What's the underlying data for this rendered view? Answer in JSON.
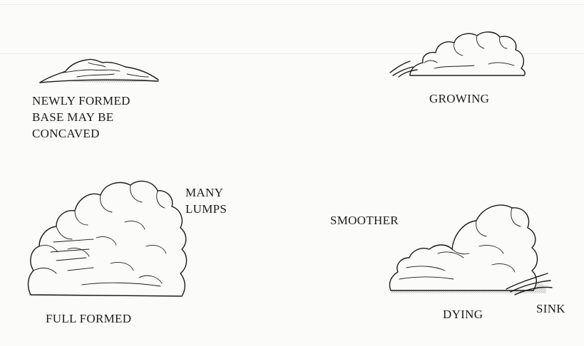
{
  "stages": [
    {
      "key": "newly",
      "label_lines": [
        "NEWLY FORMED",
        "BASE MAY BE",
        "CONCAVED"
      ]
    },
    {
      "key": "growing",
      "label_lines": [
        "GROWING"
      ]
    },
    {
      "key": "full",
      "label_lines": [
        "FULL FORMED"
      ]
    },
    {
      "key": "dying",
      "label_lines": [
        "DYING"
      ]
    }
  ],
  "annotations": {
    "many_lumps": [
      "MANY",
      "LUMPS"
    ],
    "smoother": "SMOOTHER",
    "sink": "SINK"
  },
  "colors": {
    "ink": "#1a1a1a",
    "paper": "#fbfbfa",
    "shade": "#9a9a9a"
  }
}
